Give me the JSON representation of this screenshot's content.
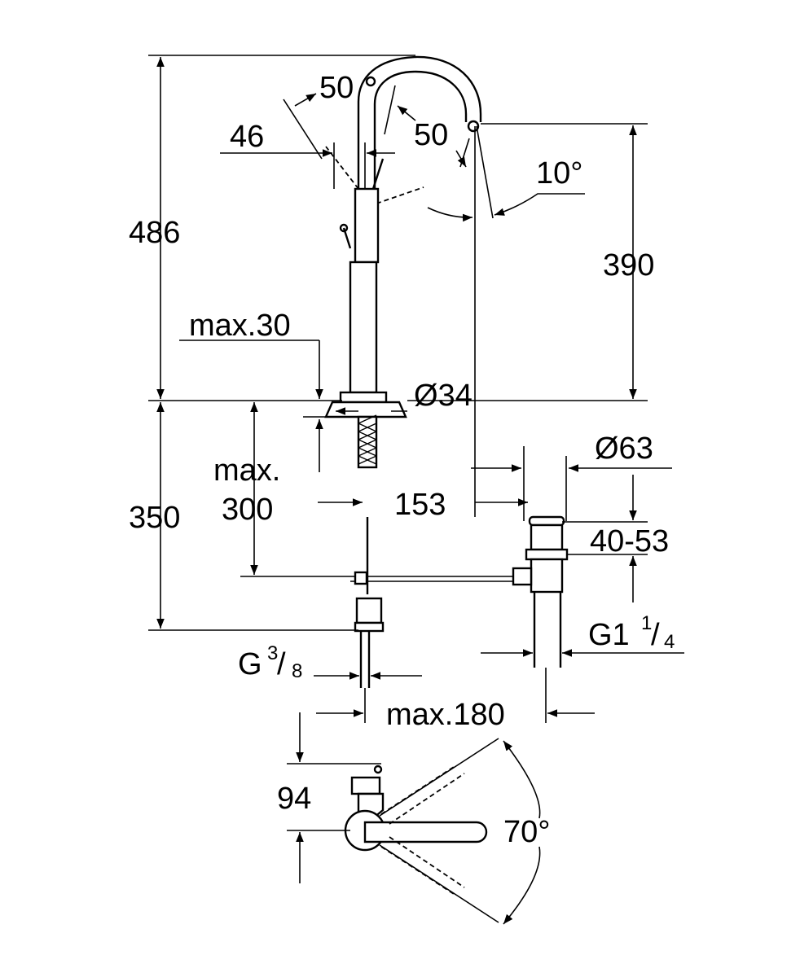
{
  "colors": {
    "line": "#000000",
    "background": "#ffffff"
  },
  "dimensions": {
    "total_height": "486",
    "spout_height": "390",
    "lower_height": "350",
    "max_300_line1": "max.",
    "max_300_line2": "300",
    "max_30": "max.30",
    "angle_50_top": "50",
    "angle_50_right": "50",
    "width_46": "46",
    "angle_10": "10°",
    "diameter_34": "Ø34",
    "diameter_63": "Ø63",
    "distance_153": "153",
    "range_40_53": "40-53",
    "thread_g1_base": "G1",
    "thread_g1_num": "1",
    "thread_g1_den": "4",
    "thread_g38_base": "G",
    "thread_g38_num": "3",
    "thread_g38_den": "8",
    "max_180": "max.180",
    "depth_94": "94",
    "angle_70": "70°"
  }
}
